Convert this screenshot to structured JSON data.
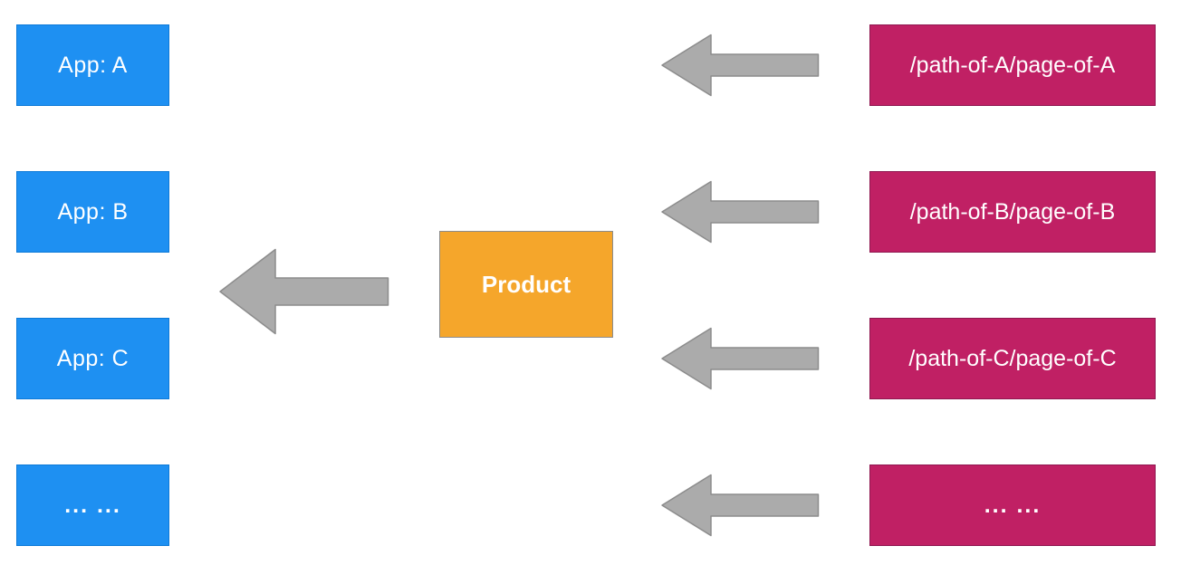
{
  "diagram": {
    "description": "Flow diagram: page paths map to a product, product maps to apps",
    "colors": {
      "app_box": "#1e90f2",
      "path_box": "#c02064",
      "product_box": "#f5a62b",
      "arrow_fill": "#ababab",
      "arrow_stroke": "#8c8c8c",
      "text": "#ffffff",
      "background": "#ffffff"
    },
    "apps": [
      {
        "label": "App: A"
      },
      {
        "label": "App: B"
      },
      {
        "label": "App: C"
      },
      {
        "label": "... ..."
      }
    ],
    "product": {
      "label": "Product"
    },
    "paths": [
      {
        "label": "/path-of-A/page-of-A"
      },
      {
        "label": "/path-of-B/page-of-B"
      },
      {
        "label": "/path-of-C/page-of-C"
      },
      {
        "label": "... ..."
      }
    ],
    "arrows": [
      {
        "name": "arrow-path-a-to-product",
        "direction": "left"
      },
      {
        "name": "arrow-path-b-to-product",
        "direction": "left"
      },
      {
        "name": "arrow-path-c-to-product",
        "direction": "left"
      },
      {
        "name": "arrow-path-dots-to-product",
        "direction": "left"
      },
      {
        "name": "arrow-product-to-apps",
        "direction": "left"
      }
    ]
  }
}
